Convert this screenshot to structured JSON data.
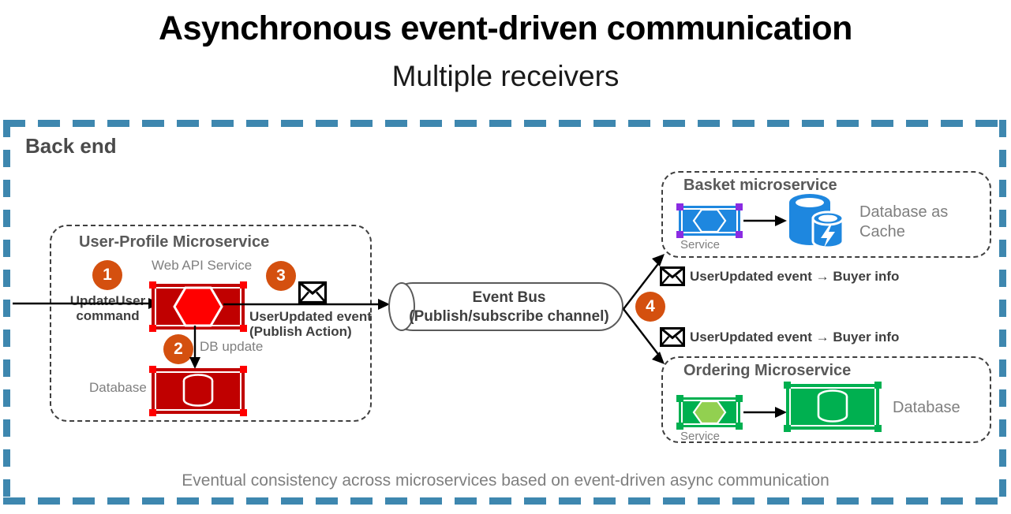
{
  "title": {
    "main": "Asynchronous event-driven communication",
    "sub": "Multiple receivers"
  },
  "backend": {
    "label": "Back end"
  },
  "colors": {
    "frame_blue": "#3E87AF",
    "step_orange": "#D4500F",
    "red_dark": "#C00000",
    "red_bright": "#FF0000",
    "blue_service": "#1E87DF",
    "purple_handle": "#8A2BE2",
    "green_service": "#00B050",
    "green_hexagon": "#92D050",
    "gray_text": "#7F7F7F",
    "dark_text": "#3F3F3F"
  },
  "user_profile": {
    "title": "User-Profile Microservice",
    "web_api_label": "Web API Service",
    "database_label": "Database",
    "db_update_label": "DB update",
    "incoming_command": "UpdateUser\ncommand",
    "incoming_command_line1": "UpdateUser",
    "incoming_command_line2": "command",
    "publish_label_line1": "UserUpdated event",
    "publish_label_line2": "(Publish Action)",
    "steps": {
      "one": "1",
      "two": "2",
      "three": "3"
    }
  },
  "event_bus": {
    "title": "Event Bus",
    "subtitle": "(Publish/subscribe channel)",
    "step": "4"
  },
  "basket": {
    "title": "Basket microservice",
    "service_label": "Service",
    "database_label_line1": "Database as",
    "database_label_line2": "Cache",
    "event_label": "UserUpdated event → Buyer info"
  },
  "ordering": {
    "title": "Ordering Microservice",
    "service_label": "Service",
    "database_label": "Database",
    "event_label": "UserUpdated event → Buyer info"
  },
  "caption": "Eventual consistency across microservices based on event-driven async communication",
  "icons": {
    "envelope": "envelope-icon",
    "hexagon": "hexagon-icon",
    "cylinder": "database-cylinder-icon",
    "cache": "database-cache-icon",
    "arrow": "arrow-icon"
  }
}
